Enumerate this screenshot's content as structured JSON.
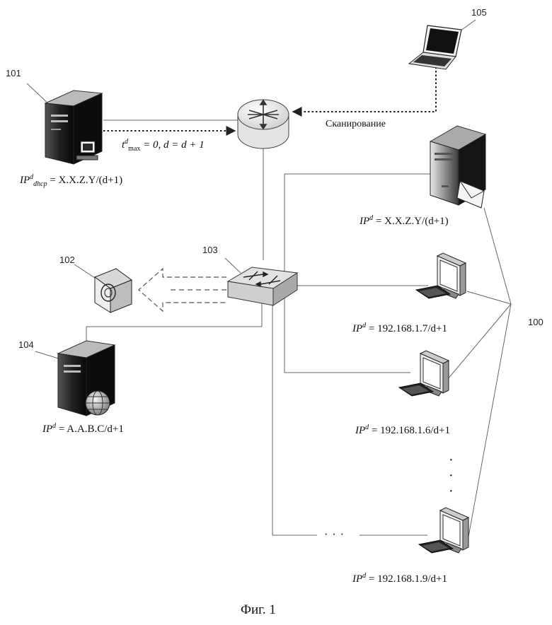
{
  "refs": {
    "dhcp_server": "101",
    "rogue_device": "102",
    "switch": "103",
    "web_server": "104",
    "laptop": "105",
    "network": "100"
  },
  "labels": {
    "scan": "Сканирование",
    "tmax": {
      "t": "t",
      "sup": "d",
      "sub": "max",
      "rest": " = 0, d = d + 1"
    },
    "dhcp_ip": {
      "base": "IP",
      "sup": "d",
      "sub": "dhcp",
      "value": " = X.X.Z.Y/(d+1)"
    },
    "mail_ip": {
      "base": "IP",
      "sup": "d",
      "value": " = X.X.Z.Y/(d+1)"
    },
    "web_ip": {
      "base": "IP",
      "sup": "d",
      "value": " = A.A.B.C/d+1"
    },
    "pc1_ip": {
      "base": "IP",
      "sup": "d",
      "value": " = 192.168.1.7/d+1"
    },
    "pc2_ip": {
      "base": "IP",
      "sup": "d",
      "value": " = 192.168.1.6/d+1"
    },
    "pc3_ip": {
      "base": "IP",
      "sup": "d",
      "value": " = 192.168.1.9/d+1"
    },
    "ellipsis_h": "· · ·",
    "ellipsis_v": "·\n·\n·"
  },
  "caption": "Фиг. 1",
  "colors": {
    "line": "#555555",
    "arrow_dash": "#222222",
    "device_dark": "#1a1a1a"
  }
}
